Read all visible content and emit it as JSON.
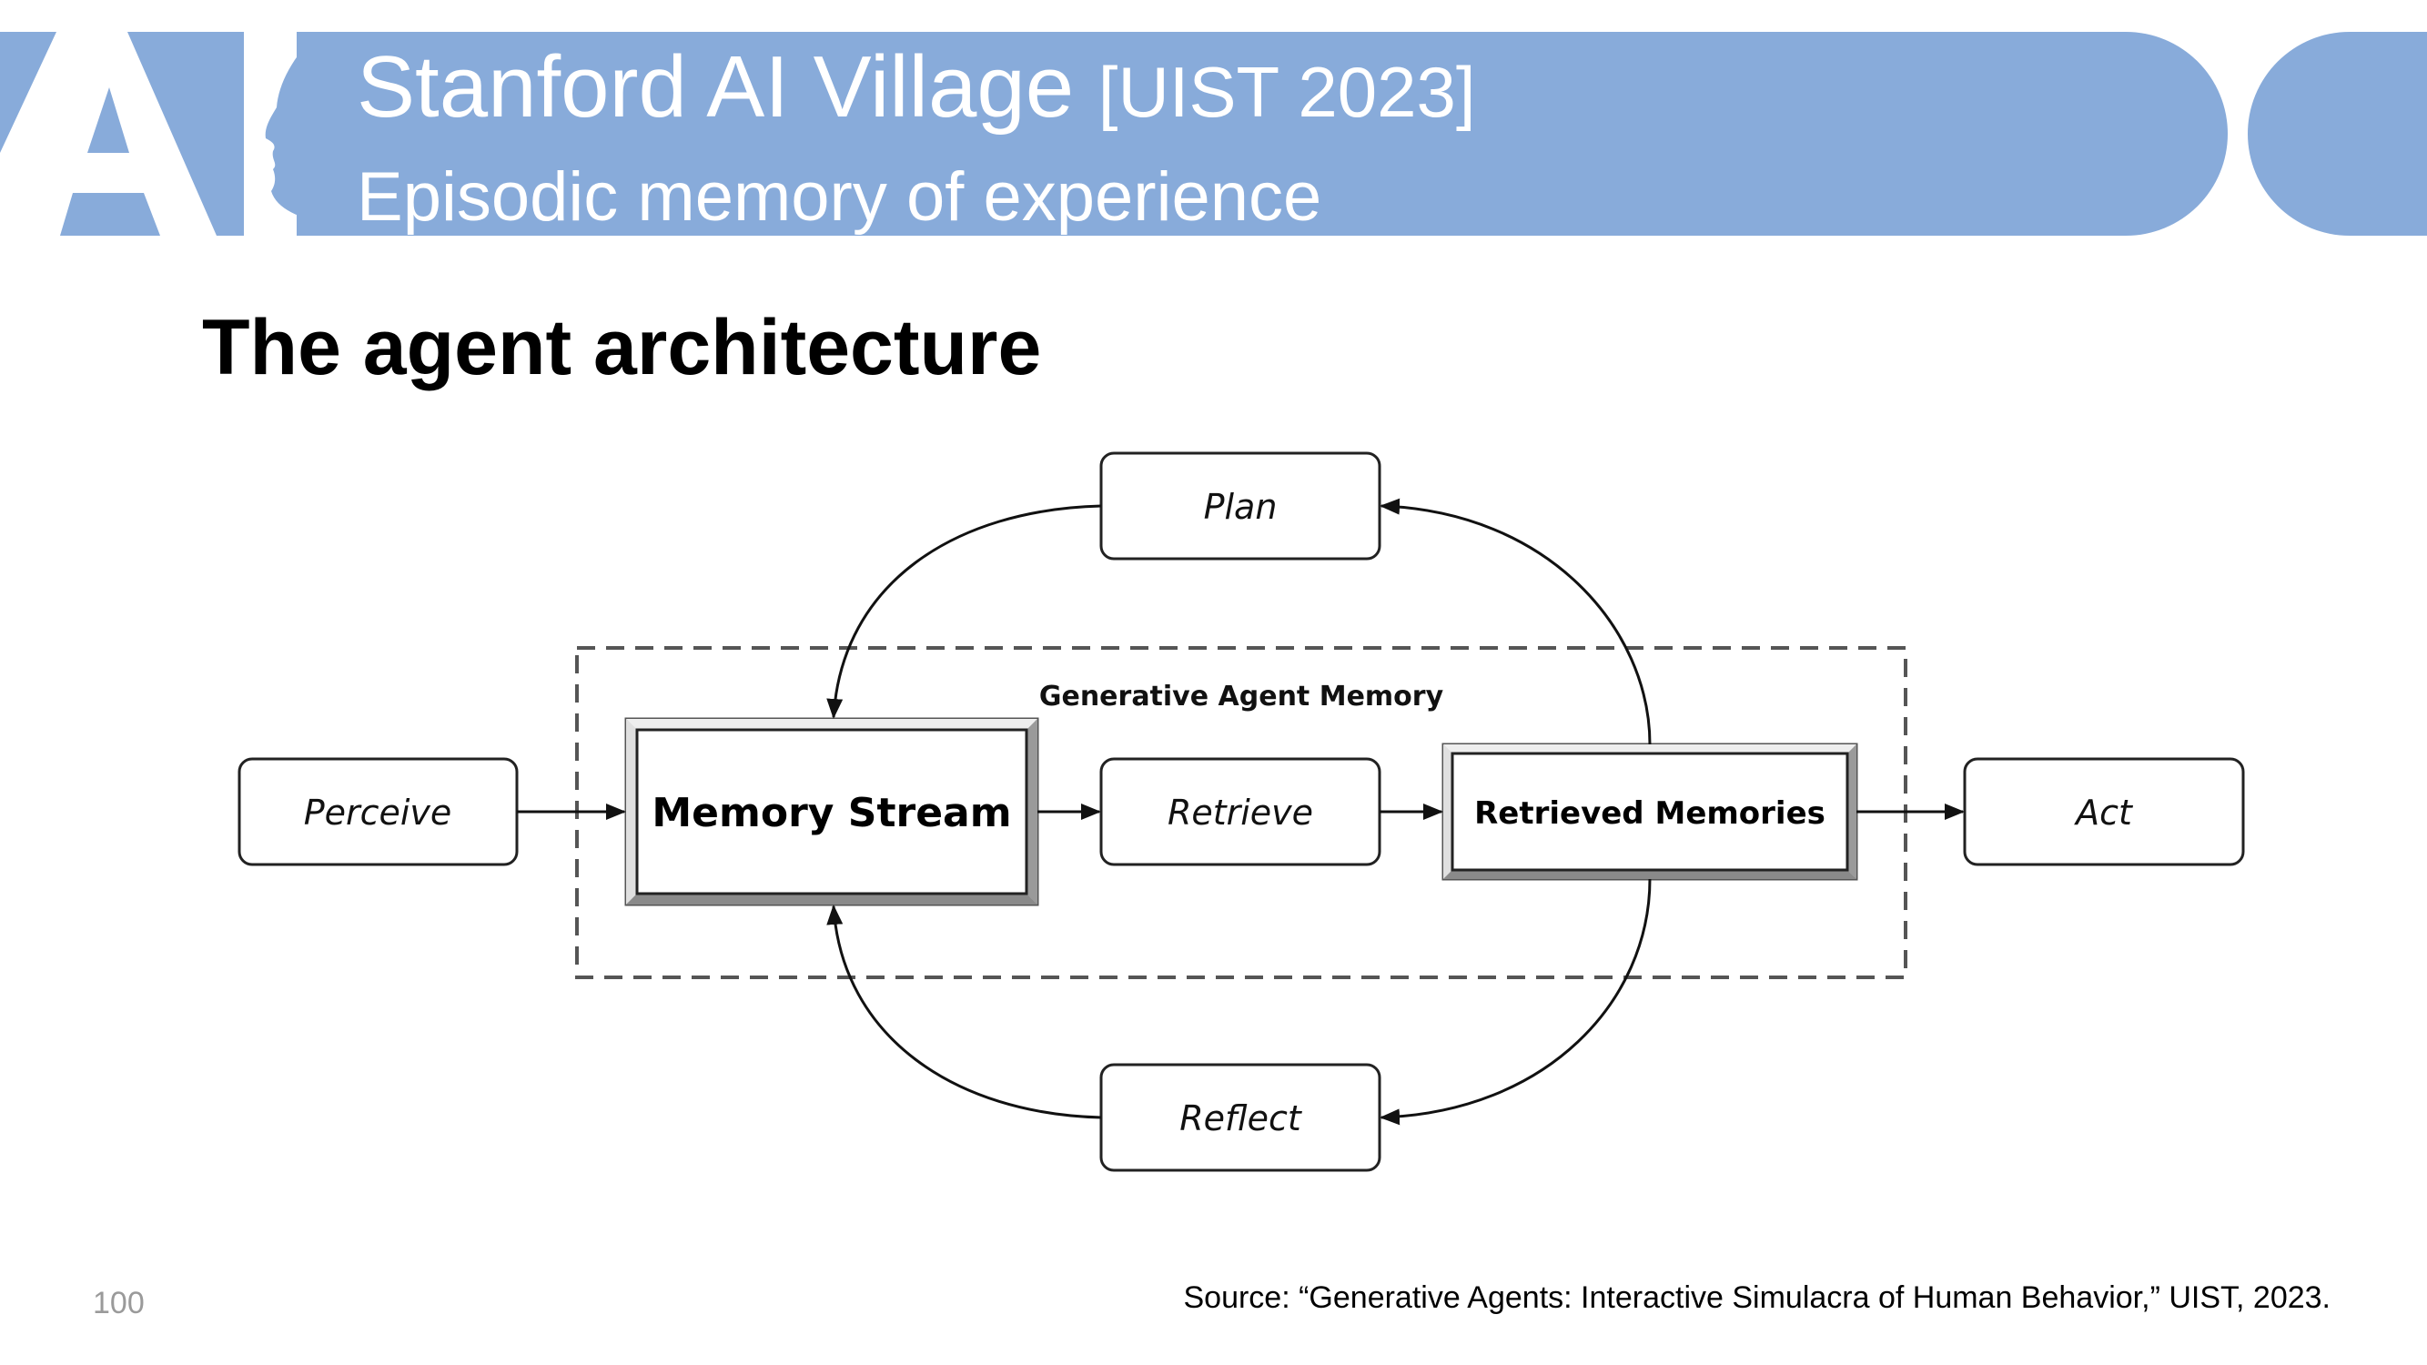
{
  "header": {
    "title": "Stanford AI Village",
    "title_tag": "[UIST 2023]",
    "subtitle": "Episodic memory of experience",
    "logo_text": "AI",
    "colors": {
      "banner": "#88abda",
      "text": "#ffffff"
    }
  },
  "slide": {
    "heading": "The agent architecture",
    "page_number": "100",
    "source": "Source: “Generative Agents: Interactive Simulacra of Human Behavior,” UIST, 2023."
  },
  "diagram": {
    "group_label": "Generative Agent Memory",
    "nodes": {
      "perceive": "Perceive",
      "memory_stream": "Memory Stream",
      "retrieve": "Retrieve",
      "retrieved_memories": "Retrieved Memories",
      "act": "Act",
      "plan": "Plan",
      "reflect": "Reflect"
    }
  }
}
